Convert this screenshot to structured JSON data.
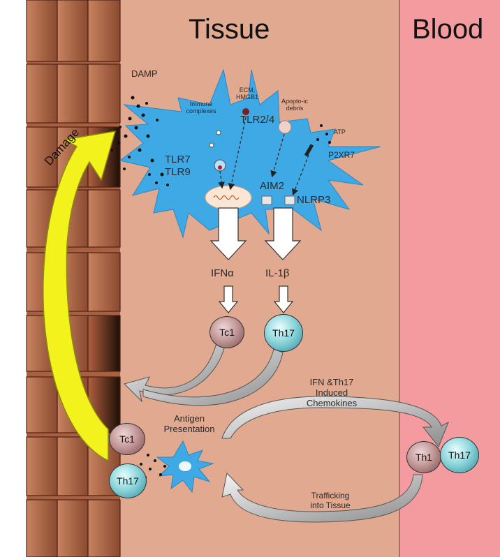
{
  "regions": {
    "tissue": "Tissue",
    "blood": "Blood"
  },
  "damage_label": "Damage",
  "damp_label": "DAMP",
  "receptors": {
    "tlr24": "TLR2/4",
    "tlr7": "TLR7",
    "tlr9": "TLR9",
    "aim2": "AIM2",
    "nlrp3": "NLRP3",
    "p2xr7": "P2XR7"
  },
  "ligands": {
    "immune_complexes_1": "Immune",
    "immune_complexes_2": "complexes",
    "ecm_1": "ECM,",
    "ecm_2": "HMGB1",
    "apoptotic_1": "Apopto-ic",
    "apoptotic_2": "debris",
    "atp": "ATP"
  },
  "cytokines": {
    "ifn": "IFNα",
    "il1b": "IL-1β"
  },
  "cells": {
    "tc1": "Tc1",
    "th17": "Th17",
    "th1": "Th1"
  },
  "captions": {
    "antigen_1": "Antigen",
    "antigen_2": "Presentation",
    "chemokines_1": "IFN &Th17",
    "chemokines_2": "Induced",
    "chemokines_3": "Chemokines",
    "trafficking_1": "Trafficking",
    "trafficking_2": "into Tissue"
  },
  "colors": {
    "tissue_bg": "#e0a990",
    "blood_bg": "#f49ba0",
    "brick": "#b0684a",
    "dendritic_cell": "#3fa9e6",
    "damage_arrow": "#f3f21c"
  }
}
